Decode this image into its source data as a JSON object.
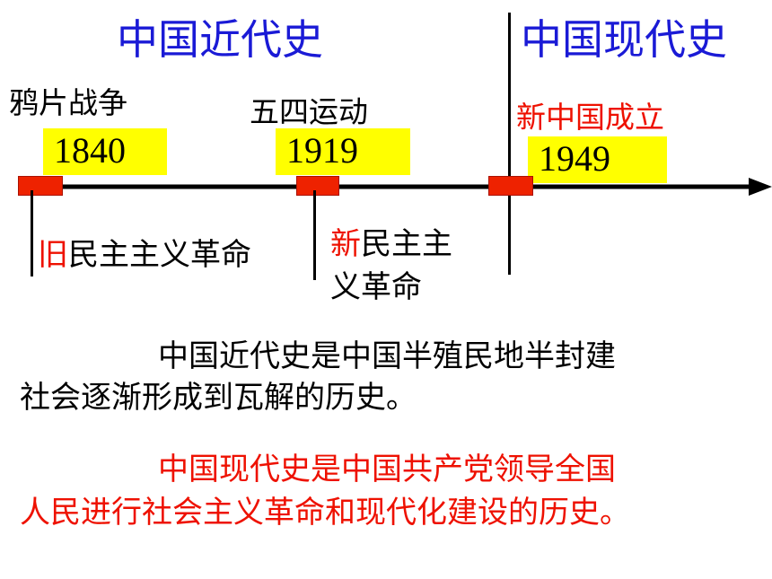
{
  "headings": {
    "modern": "中国近代史",
    "contemporary": "中国现代史"
  },
  "events": [
    {
      "label": "鸦片战争",
      "year": "1840"
    },
    {
      "label": "五四运动",
      "year": "1919"
    },
    {
      "label": "新中国成立",
      "year": "1949"
    }
  ],
  "eras": {
    "old_prefix": "旧",
    "old_rest": "民主主义革命",
    "new_prefix": "新",
    "new_line1_rest": "民主主",
    "new_line2": "义革命"
  },
  "paragraphs": {
    "modern_line1": "中国近代史是中国半殖民地半封建",
    "modern_line2": "社会逐渐形成到瓦解的历史。",
    "contemporary_line1": "中国现代史是中国共产党领导全国",
    "contemporary_line2": "人民进行社会主义革命和现代化建设的历史。"
  },
  "colors": {
    "heading": "#1a1ad6",
    "highlight": "#ffff00",
    "marker": "#ee2200",
    "emphasis": "#ee1100"
  }
}
